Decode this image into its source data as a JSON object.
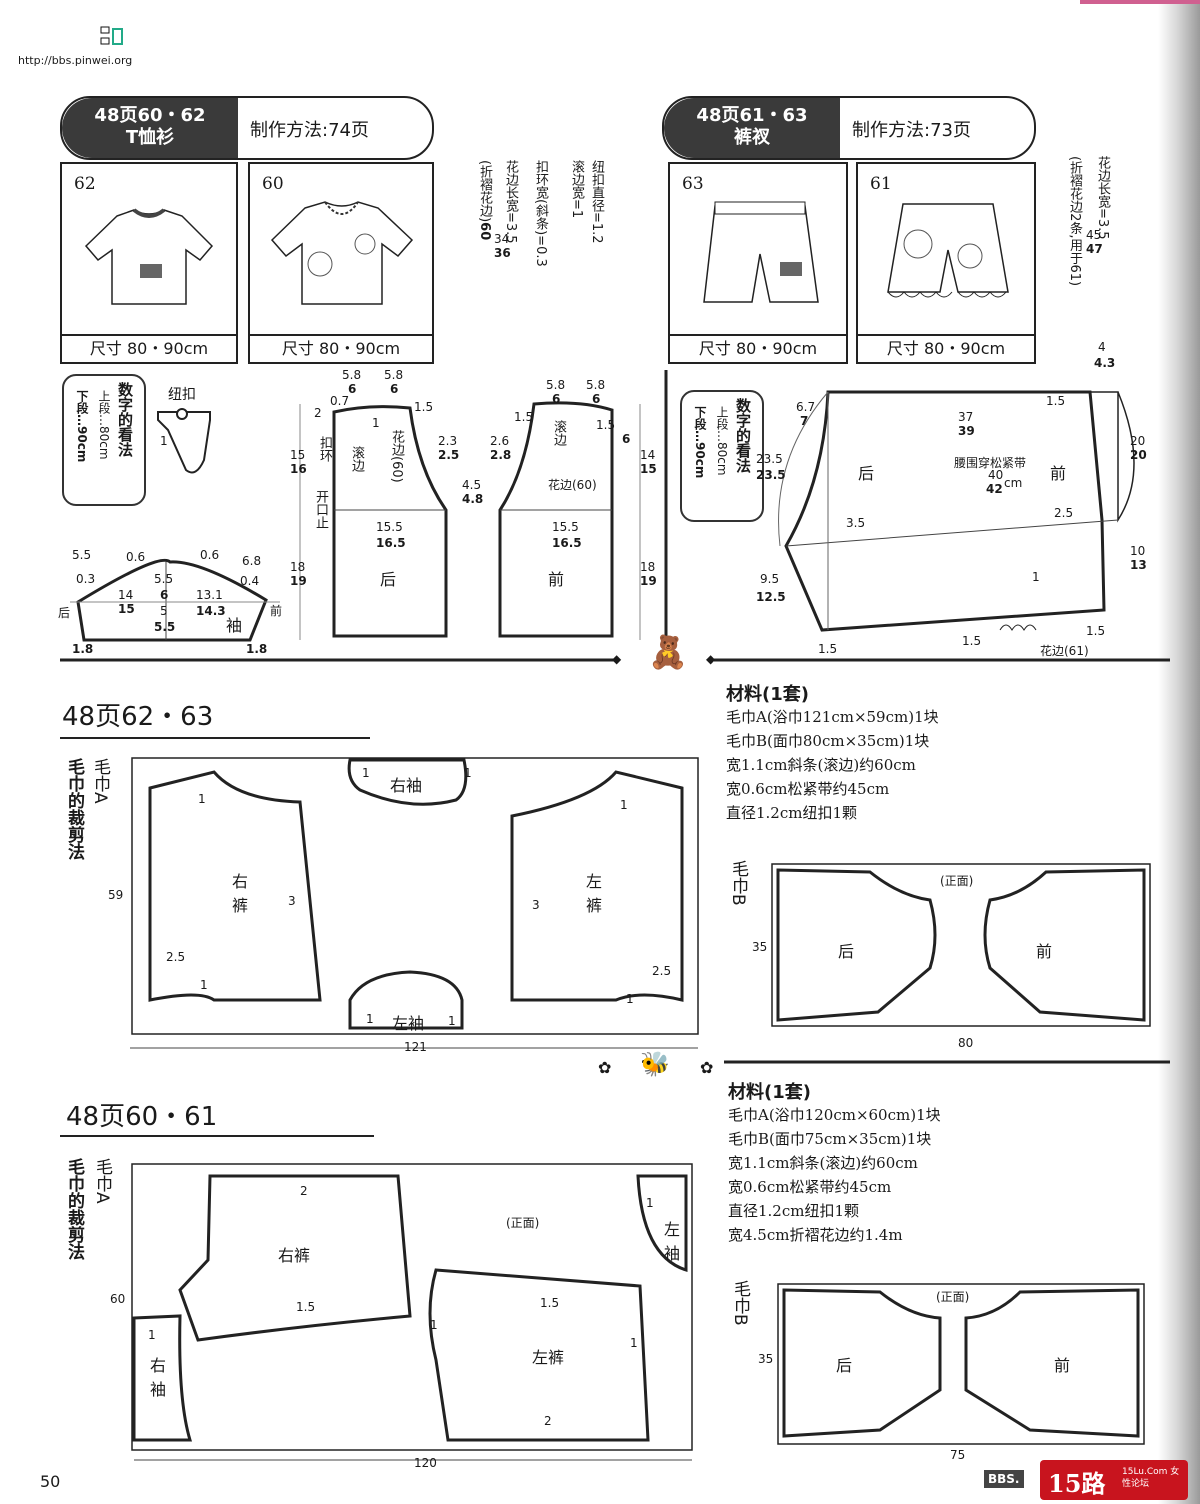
{
  "page": {
    "site_url": "http://bbs.pinwei.org",
    "page_number": "50",
    "watermark": "15路",
    "watermark_sub": "15Lu.Com 女性论坛",
    "watermark_bbs": "BBS."
  },
  "tshirt": {
    "header_ref": "48页60・62",
    "header_name": "T恤衫",
    "method": "制作方法:74页",
    "items": [
      {
        "num": "62",
        "size": "尺寸 80・90cm"
      },
      {
        "num": "60",
        "size": "尺寸 80・90cm"
      }
    ],
    "notes": [
      {
        "lines": [
          "纽扣直径",
          "=",
          "1.2"
        ]
      },
      {
        "lines": [
          "滚边宽",
          "=",
          "1"
        ]
      },
      {
        "lines": [
          "扣环宽",
          "(",
          "斜条",
          ")",
          "=",
          "0.3"
        ]
      },
      {
        "lines": [
          "花边",
          "长",
          "宽",
          "=",
          "3.5"
        ]
      },
      {
        "lines": [
          "(折褶花边)",
          "60",
          "34",
          "36"
        ]
      }
    ],
    "legend": {
      "title": "数字的看法",
      "upper": "上段…80cm",
      "lower": "下段…90cm"
    },
    "button_label": "纽扣",
    "button_num": "1",
    "sleeve": {
      "label": "袖",
      "back": "后",
      "front": "前",
      "dims": [
        "5.5",
        "0.6",
        "0.6",
        "6.8",
        "0.3",
        "5.5",
        "0.4",
        "14",
        "6",
        "13.1",
        "15",
        "14.3",
        "5",
        "5.5",
        "1.8",
        "1.8"
      ],
      "dims_bold": [
        "6",
        "15",
        "14.3",
        "5.5"
      ]
    },
    "back": {
      "label": "后",
      "binding": "滚边",
      "loop": "扣环",
      "opening": "开口止",
      "lace": "花边(60)",
      "dims": [
        "5.8",
        "5.8",
        "6",
        "6",
        "0.7",
        "2",
        "1.5",
        "15",
        "16",
        "2.3",
        "2.5",
        "15.5",
        "16.5",
        "18",
        "19",
        "1"
      ]
    },
    "front": {
      "label": "前",
      "binding": "滚边",
      "lace": "花边(60)",
      "dims": [
        "5.8",
        "5.8",
        "6",
        "6",
        "1.5",
        "1.5",
        "6",
        "2.6",
        "2.8",
        "14",
        "15",
        "4.5",
        "4.8",
        "15.5",
        "16.5",
        "18",
        "19"
      ]
    }
  },
  "pants": {
    "header_ref": "48页61・63",
    "header_name": "裤衩",
    "method": "制作方法:73页",
    "items": [
      {
        "num": "63",
        "size": "尺寸 80・90cm"
      },
      {
        "num": "61",
        "size": "尺寸 80・90cm"
      }
    ],
    "notes": [
      {
        "lines": [
          "花边",
          "长",
          "宽",
          "=",
          "3.5"
        ]
      },
      {
        "lines": [
          "(折褶花边2条,用于61)",
          "45",
          "47"
        ]
      }
    ],
    "legend": {
      "title": "数字的看法",
      "upper": "上段…80cm",
      "lower": "下段…90cm"
    },
    "pattern": {
      "back": "后",
      "front": "前",
      "waist": "腰围穿松紧带",
      "waist_dims": [
        "40",
        "42"
      ],
      "waist_unit": "cm",
      "lace": "花边(61)",
      "dims": [
        "1.5",
        "6.7",
        "7",
        "37",
        "39",
        "4",
        "4.3",
        "23.5",
        "23.5",
        "20",
        "20",
        "3.5",
        "2.5",
        "9.5",
        "12.5",
        "10",
        "13",
        "1",
        "1.5",
        "1.5",
        "1.5"
      ]
    }
  },
  "cut1": {
    "title": "48页62・63",
    "towel_a": "毛巾A",
    "cut_label": "毛巾的裁剪法",
    "pieces": [
      "右袖",
      "右裤",
      "左裤",
      "左袖"
    ],
    "dims": {
      "height": "59",
      "width": "121"
    },
    "seams": [
      "1",
      "1",
      "1",
      "3",
      "3",
      "2.5",
      "2.5",
      "1",
      "1",
      "1",
      "1",
      "1"
    ],
    "materials": {
      "title": "材料(1套)",
      "lines": [
        "毛巾A(浴巾121cm×59cm)1块",
        "毛巾B(面巾80cm×35cm)1块",
        "宽1.1cm斜条(滚边)约60cm",
        "宽0.6cm松紧带约45cm",
        "直径1.2cm纽扣1颗"
      ]
    },
    "towel_b": {
      "label": "毛巾B",
      "pieces": [
        "后",
        "前"
      ],
      "face": "(正面)",
      "dims": {
        "height": "35",
        "width": "80"
      }
    }
  },
  "cut2": {
    "title": "48页60・61",
    "towel_a": "毛巾A",
    "cut_label": "毛巾的裁剪法",
    "pieces": [
      "右裤",
      "左裤",
      "左袖",
      "右袖"
    ],
    "face": "(正面)",
    "dims": {
      "height": "60",
      "width": "120"
    },
    "seams": [
      "2",
      "1.5",
      "1.5",
      "2",
      "1",
      "1",
      "1",
      "1"
    ],
    "materials": {
      "title": "材料(1套)",
      "lines": [
        "毛巾A(浴巾120cm×60cm)1块",
        "毛巾B(面巾75cm×35cm)1块",
        "宽1.1cm斜条(滚边)约60cm",
        "宽0.6cm松紧带约45cm",
        "直径1.2cm纽扣1颗",
        "宽4.5cm折褶花边约1.4m"
      ]
    },
    "towel_b": {
      "label": "毛巾B",
      "pieces": [
        "后",
        "前"
      ],
      "face": "(正面)",
      "dims": {
        "height": "35",
        "width": "75"
      }
    }
  }
}
